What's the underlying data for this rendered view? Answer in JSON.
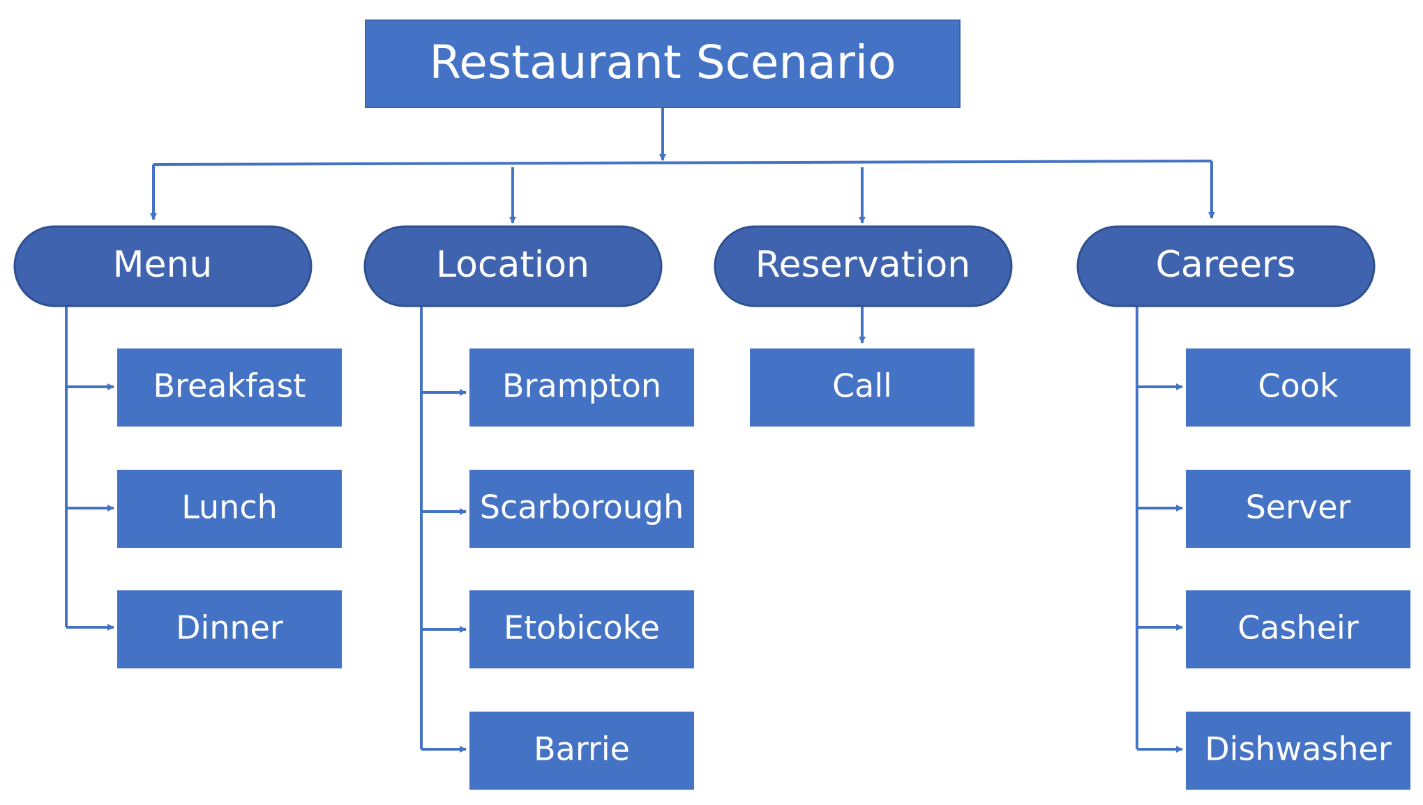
{
  "colors": {
    "box_fill": "#4472c4",
    "box_stroke": "#3b64ad",
    "pill_fill": "#3f63ae",
    "pill_stroke": "#2f4f8f",
    "connector": "#4472c4",
    "text": "#ffffff"
  },
  "title": "Restaurant Scenario",
  "categories": [
    {
      "label": "Menu",
      "children": [
        "Breakfast",
        "Lunch",
        "Dinner"
      ]
    },
    {
      "label": "Location",
      "children": [
        "Brampton",
        "Scarborough",
        "Etobicoke",
        "Barrie"
      ]
    },
    {
      "label": "Reservation",
      "children": [
        "Call"
      ]
    },
    {
      "label": "Careers",
      "children": [
        "Cook",
        "Server",
        "Casheir",
        "Dishwasher"
      ]
    }
  ]
}
